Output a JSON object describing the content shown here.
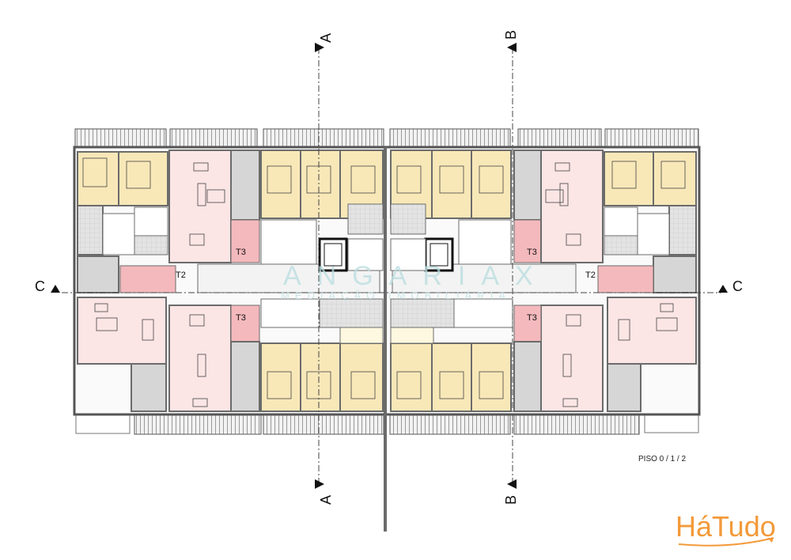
{
  "sections": {
    "A_top": "A",
    "A_bottom": "A",
    "B_top": "B",
    "B_bottom": "B",
    "C_left": "C",
    "C_right": "C"
  },
  "floor_label": "PISO 0 / 1 / 2",
  "unit_types": {
    "t3_top_left": "T3",
    "t3_bottom_left": "T3",
    "t3_top_right": "T3",
    "t3_bottom_right": "T3",
    "t2_left": "T2",
    "t2_right": "T2"
  },
  "watermark": {
    "main": "ANGARIAX",
    "sub": "MEDIAÇÃO IMOBILIÁRIA"
  },
  "brand": {
    "name": "HáTudo",
    "color": "#f39a3a"
  },
  "colors": {
    "bedroom": "#f8e8b8",
    "living": "#fbe5e5",
    "hall": "#f4b9bd",
    "service": "#d6d6d6",
    "wall": "#6b6b6b"
  }
}
